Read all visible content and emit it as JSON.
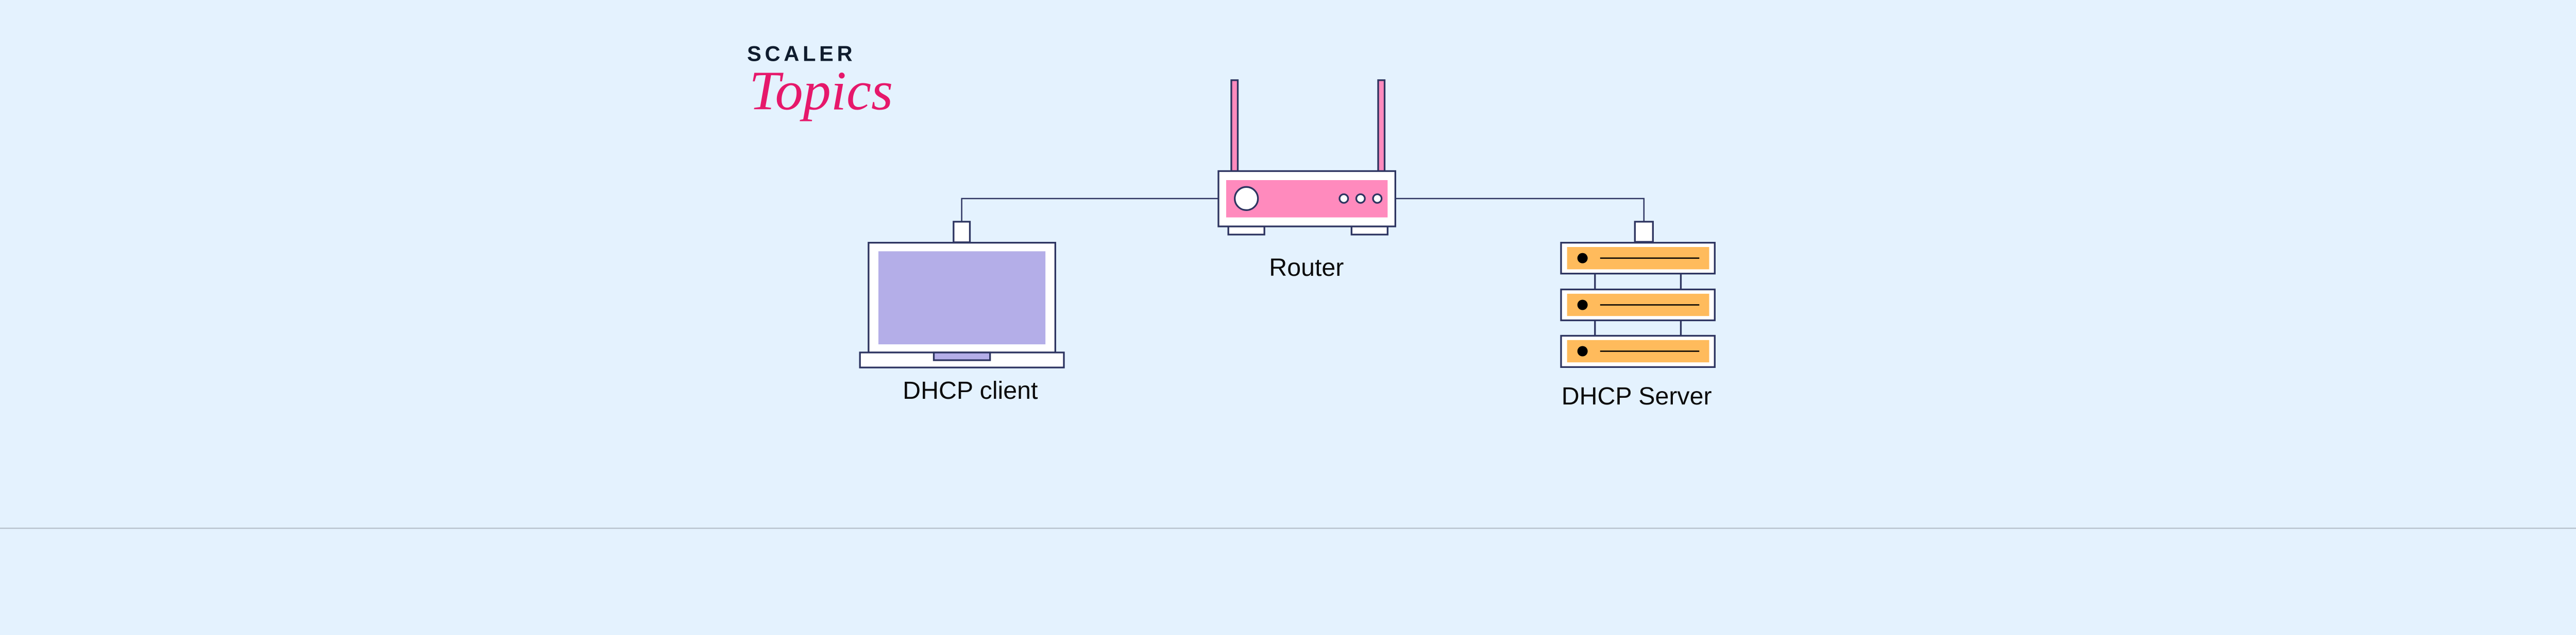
{
  "logo": {
    "brand": "SCALER",
    "sub": "Topics"
  },
  "diagram": {
    "title_nodes": {
      "router": "Router",
      "client": "DHCP client",
      "server": "DHCP Server"
    }
  },
  "colors": {
    "background": "#E4F2FE",
    "outline": "#2E3561",
    "router_pink": "#FF8ABD",
    "laptop_screen": "#B4AEE8",
    "server_orange": "#FFBB5C",
    "logo_pink": "#E6186B",
    "logo_dark": "#0F1C2E"
  }
}
